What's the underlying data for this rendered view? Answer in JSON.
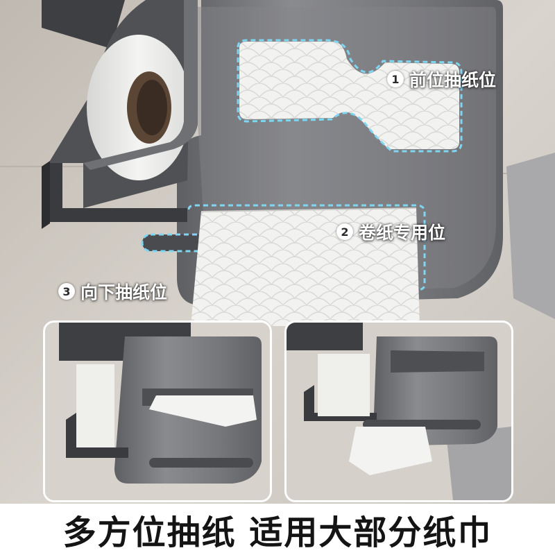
{
  "callouts": [
    {
      "number": "1",
      "label": "前位抽纸位"
    },
    {
      "number": "2",
      "label": "卷纸专用位"
    },
    {
      "number": "3",
      "label": "向下抽纸位"
    }
  ],
  "banner": {
    "text": "多方位抽纸 适用大部分纸巾"
  },
  "colors": {
    "box_metal": "#75767a",
    "wall": "#cdc8c0",
    "highlight_dash": "#7fd6f2",
    "banner_bg": "#ffffff",
    "banner_text": "#141414"
  },
  "icons": [
    "tissue-box-holder-photo",
    "toilet-paper-roll",
    "paper-towel-sheets"
  ]
}
